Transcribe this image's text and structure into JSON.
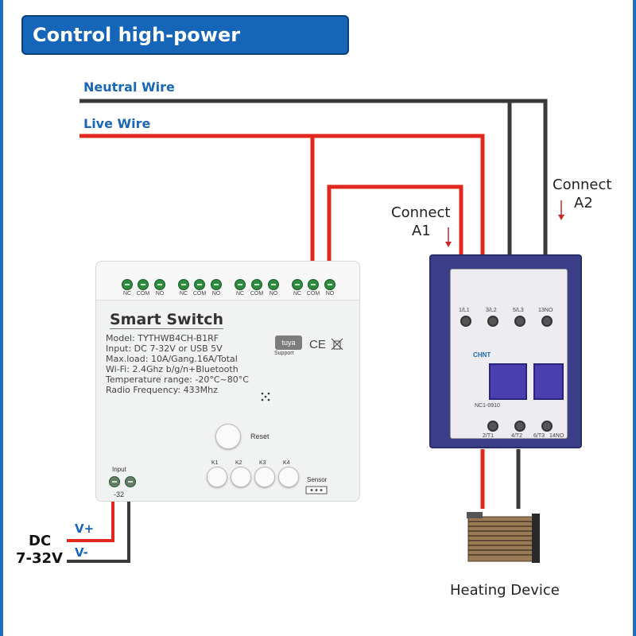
{
  "title": "Control high-power equipment",
  "wires": {
    "neutral_label": "Neutral Wire",
    "live_label": "Live Wire",
    "neutral_color": "#3a3a3a",
    "live_color": "#e0281e"
  },
  "contactor_labels": {
    "a1_line1": "Connect",
    "a1_line2": "A1",
    "a2_line1": "Connect",
    "a2_line2": "A2",
    "brand": "CHNT",
    "model": "NC1-0910",
    "top_terminals": [
      "1/L1",
      "3/L2",
      "5/L3",
      "13NO"
    ],
    "bottom_terminals": [
      "2/T1",
      "4/T2",
      "6/T3",
      "14NO"
    ]
  },
  "device": {
    "name": "Smart  Switch",
    "specs": [
      "Model:  TYTHWB4CH-B1RF",
      "Input:  DC 7-32V or USB 5V",
      "Max.load:  10A/Gang.16A/Total",
      "Wi-Fi:  2.4Ghz b/g/n+Bluetooth",
      "Temperature range: -20°C~80°C",
      "Radio Frequency:  433Mhz"
    ],
    "terminal_labels": [
      "NC",
      "COM",
      "NO"
    ],
    "tuya": "tuya",
    "tuya_support": "Support",
    "ce": "CE",
    "reset_label": "Reset",
    "k_labels": [
      "K1",
      "K2",
      "K3",
      "K4"
    ],
    "input_label": "Input",
    "input_voltage": "-32",
    "sensor_label": "Sensor"
  },
  "power": {
    "dc_line1": "DC",
    "dc_line2": "7-32V",
    "v_plus": "V+",
    "v_minus": "V-"
  },
  "heating_device_label": "Heating Device"
}
